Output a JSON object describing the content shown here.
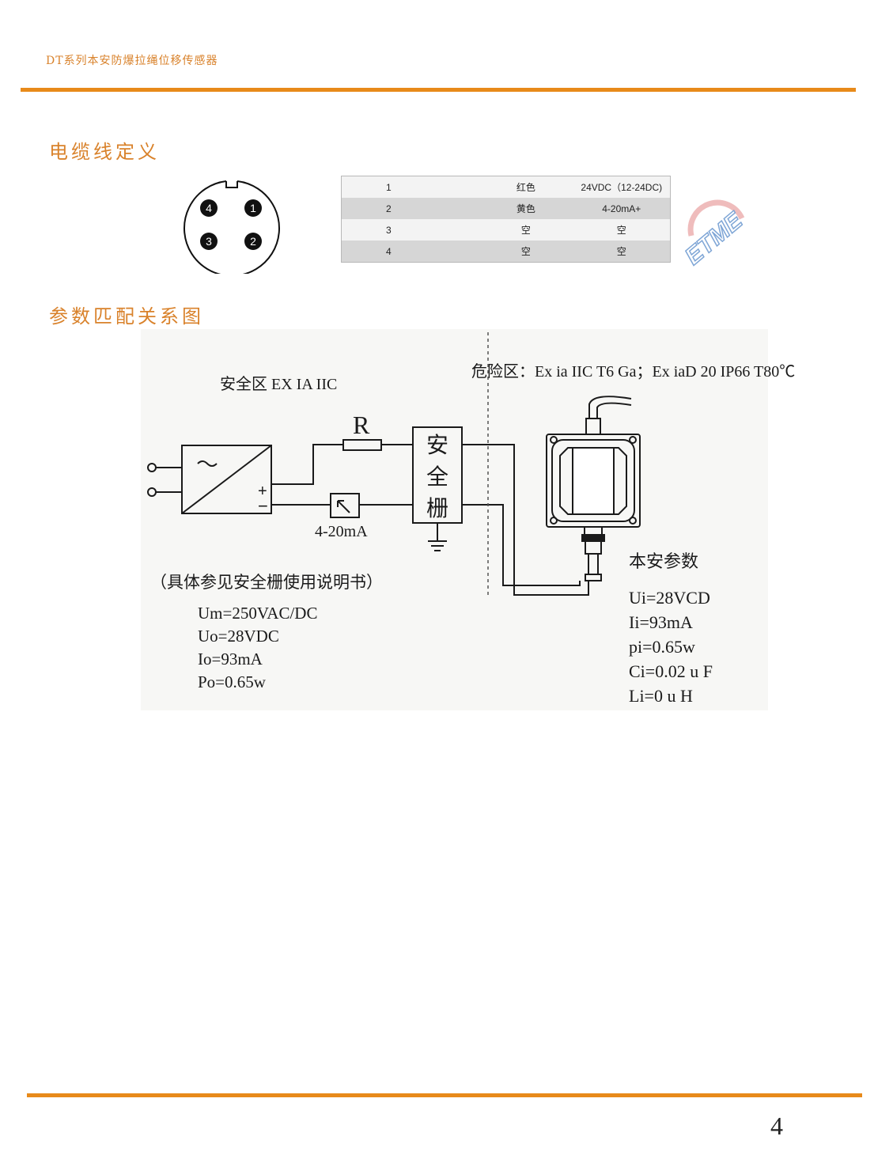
{
  "header": {
    "title": "DT系列本安防爆拉绳位移传感器"
  },
  "sections": {
    "cable": "电缆线定义",
    "params": "参数匹配关系图"
  },
  "connector": {
    "pins": [
      "4",
      "1",
      "3",
      "2"
    ]
  },
  "pin_table": {
    "rows": [
      {
        "pin": "1",
        "color": "红色",
        "signal": "24VDC（12-24DC)"
      },
      {
        "pin": "2",
        "color": "黄色",
        "signal": "4-20mA+"
      },
      {
        "pin": "3",
        "color": "空",
        "signal": "空"
      },
      {
        "pin": "4",
        "color": "空",
        "signal": "空"
      }
    ]
  },
  "logo": {
    "text": "ETME"
  },
  "diagram": {
    "safe_zone": "安全区  EX  IA  IIC",
    "hazard_zone": "危险区：Ex ia IIC T6 Ga；Ex iaD 20 IP66 T80℃",
    "resistor": "R",
    "barrier": [
      "安",
      "全",
      "栅"
    ],
    "plus": "+",
    "minus": "−",
    "current": "4-20mA",
    "sensor_label": "本安参数",
    "note": "（具体参见安全栅使用说明书）",
    "safe_params": [
      "Um=250VAC/DC",
      "Uo=28VDC",
      "Io=93mA",
      "Po=0.65w"
    ],
    "is_params": [
      "Ui=28VCD",
      "Ii=93mA",
      "pi=0.65w",
      "Ci=0.02 u F",
      "Li=0  u H"
    ]
  },
  "footer": {
    "page": "4"
  },
  "colors": {
    "accent": "#e88a1a",
    "heading": "#d9822b"
  }
}
